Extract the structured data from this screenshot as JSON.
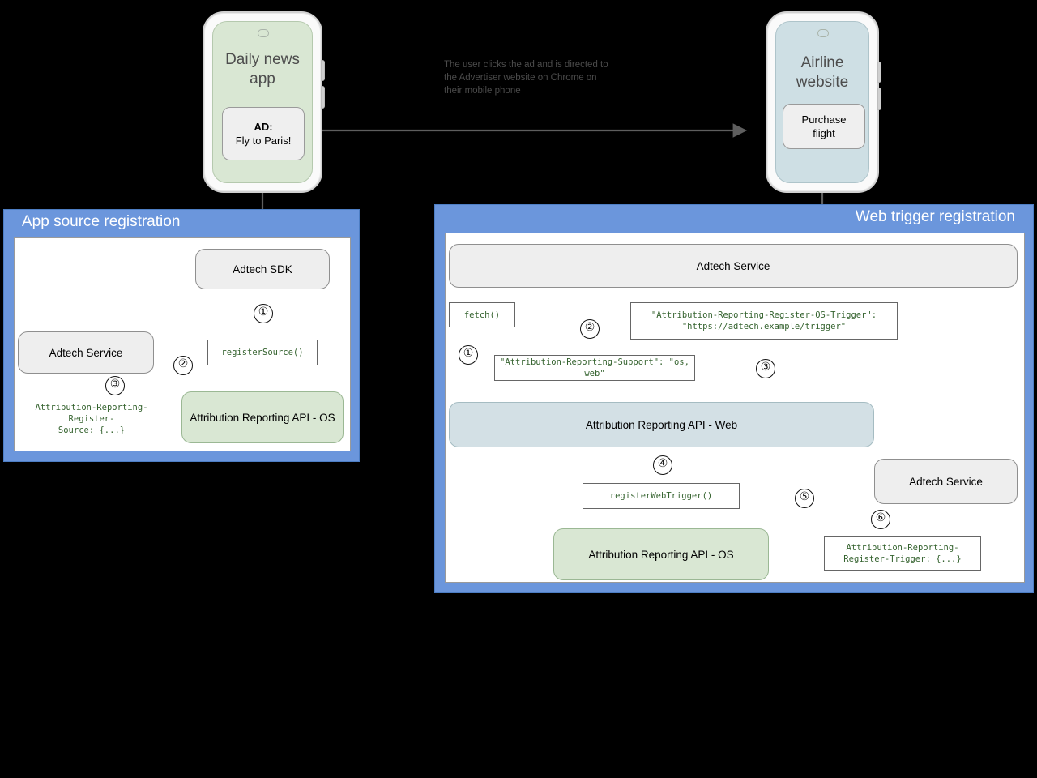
{
  "caption": {
    "text": "The user clicks the ad and is directed to\nthe Advertiser website on Chrome on\ntheir mobile phone"
  },
  "phones": {
    "publisher": {
      "title": "Daily news\napp",
      "card_line1": "AD:",
      "card_line2": "Fly to Paris!"
    },
    "advertiser": {
      "title": "Airline\nwebsite",
      "card_line1": "Purchase",
      "card_line2": "flight"
    }
  },
  "left_panel": {
    "title": "App source registration",
    "nodes": {
      "adtech_sdk": "Adtech SDK",
      "adtech_service": "Adtech Service",
      "ara_os": "Attribution Reporting API - OS"
    },
    "code": {
      "register_source": "registerSource()",
      "register_source_header": "Attribution-Reporting-Register-\nSource: {...}"
    },
    "steps": [
      "①",
      "②",
      "③"
    ]
  },
  "right_panel": {
    "title": "Web trigger registration",
    "nodes": {
      "adtech_service_top": "Adtech Service",
      "ara_web": "Attribution Reporting API - Web",
      "ara_os": "Attribution Reporting API - OS",
      "adtech_service_bottom": "Adtech Service"
    },
    "code": {
      "fetch": "fetch()",
      "support_header": "\"Attribution-Reporting-Support\": \"os, web\"",
      "os_trigger_header": "\"Attribution-Reporting-Register-OS-Trigger\":\n\"https://adtech.example/trigger\"",
      "register_web_trigger": "registerWebTrigger()",
      "register_trigger_header": "Attribution-Reporting-\nRegister-Trigger: {...}"
    },
    "steps": [
      "①",
      "②",
      "③",
      "④",
      "⑤",
      "⑥"
    ]
  },
  "colors": {
    "panel_blue": "#6b96dc",
    "node_green": "#d9e7d3",
    "node_bluegrey": "#d3e0e5",
    "node_grey": "#eeeeee",
    "code_text": "#35632f",
    "arrow": "#5e5e5e"
  }
}
